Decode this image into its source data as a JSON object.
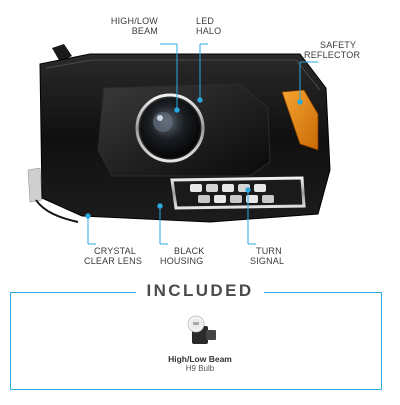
{
  "callouts": {
    "high_low_beam": [
      "HIGH/LOW",
      "BEAM"
    ],
    "led_halo": [
      "LED",
      "HALO"
    ],
    "safety_reflector": [
      "SAFETY",
      "REFLECTOR"
    ],
    "crystal_clear_lens": [
      "CRYSTAL",
      "CLEAR LENS"
    ],
    "black_housing": [
      "BLACK",
      "HOUSING"
    ],
    "turn_signal": [
      "TURN",
      "SIGNAL"
    ]
  },
  "included": {
    "title": "INCLUDED",
    "item_name": "High/Low Beam",
    "item_type": "H9 Bulb"
  },
  "colors": {
    "accent": "#29a9df",
    "housing": "#121212",
    "reflector": "#e8860f",
    "halo": "#dfefff"
  }
}
